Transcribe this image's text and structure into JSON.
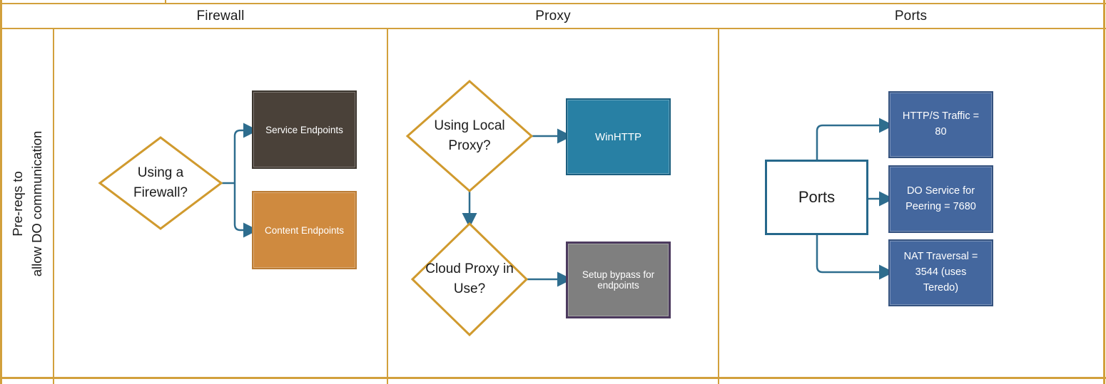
{
  "colors": {
    "lane_border": "#D2A03C",
    "connector": "#2E6D8E",
    "diamond_border": "#D09A2E",
    "service_fill": "#4A4139",
    "content_fill": "#CF8A3F",
    "winhttp_fill": "#2880A4",
    "bypass_fill": "#7F7F7F",
    "bypass_border": "#4C3A5E",
    "ports_border": "#26688B",
    "port_item_fill": "#44679E"
  },
  "header": {
    "columns": [
      {
        "label": "Firewall"
      },
      {
        "label": "Proxy"
      },
      {
        "label": "Ports"
      }
    ]
  },
  "row_label": {
    "line1": "Pre-reqs to",
    "line2": "allow DO communication"
  },
  "firewall": {
    "decision": "Using a Firewall?",
    "outcomes": [
      {
        "label": "Service Endpoints"
      },
      {
        "label": "Content Endpoints"
      }
    ]
  },
  "proxy": {
    "decision_local": "Using Local Proxy?",
    "winhttp_label": "WinHTTP",
    "decision_cloud": "Cloud Proxy in Use?",
    "bypass_label": "Setup bypass for endpoints"
  },
  "ports": {
    "source_label": "Ports",
    "items": [
      {
        "label": "HTTP/S Traffic = 80"
      },
      {
        "label": "DO Service for Peering = 7680"
      },
      {
        "label": "NAT Traversal = 3544 (uses Teredo)"
      }
    ]
  }
}
